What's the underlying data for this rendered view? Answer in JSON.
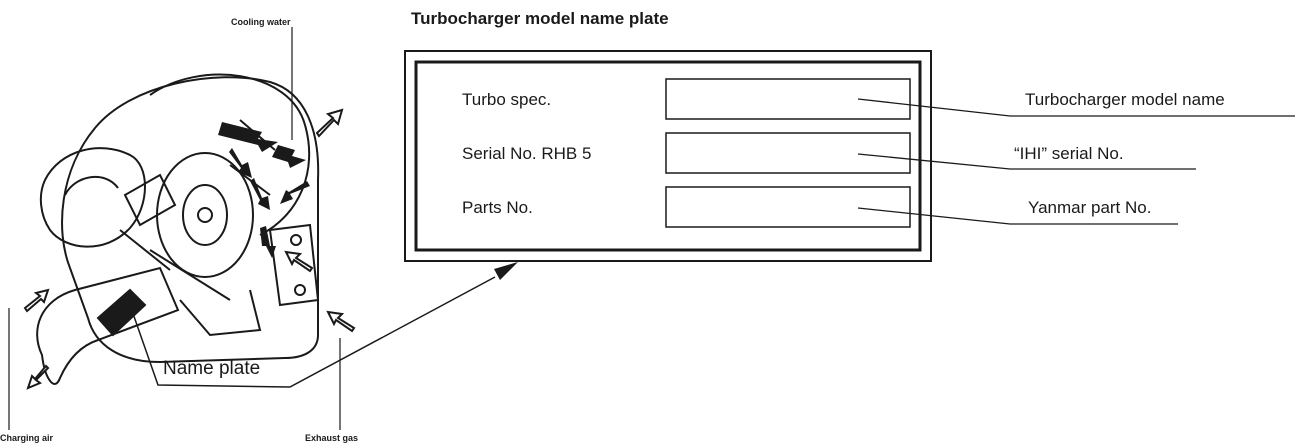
{
  "diagram": {
    "title": "Turbocharger model name plate",
    "illustration_labels": {
      "cooling_water": "Cooling water",
      "charging_air": "Charging air",
      "exhaust_gas": "Exhaust gas",
      "name_plate": "Name plate"
    },
    "plate_fields": [
      {
        "label": "Turbo spec.",
        "callout": "Turbocharger model name"
      },
      {
        "label": "Serial No. RHB 5",
        "callout": "“IHI” serial No."
      },
      {
        "label": "Parts No.",
        "callout": "Yanmar part No."
      }
    ]
  }
}
